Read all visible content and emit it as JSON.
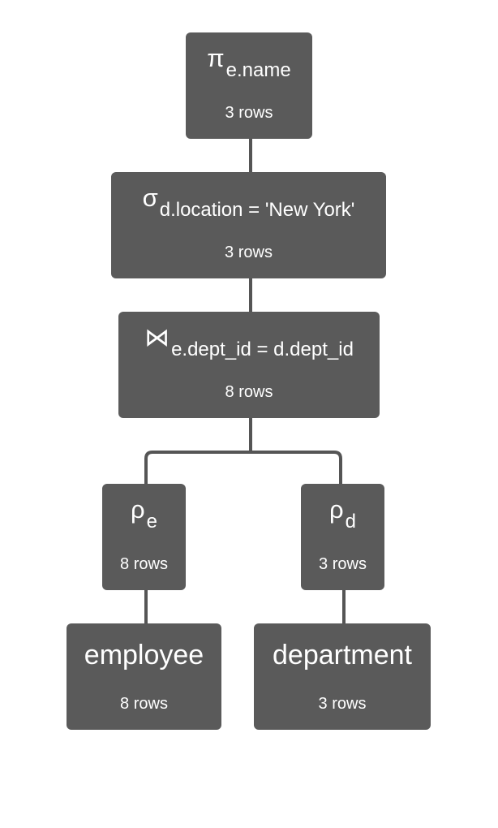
{
  "nodes": {
    "project": {
      "symbol": "π",
      "argument": "e.name",
      "rows": "3 rows"
    },
    "select": {
      "symbol": "σ",
      "argument": "d.location = 'New York'",
      "rows": "3 rows"
    },
    "join": {
      "symbol": "⋈",
      "argument": "e.dept_id = d.dept_id",
      "rows": "8 rows"
    },
    "rename_e": {
      "symbol": "ρ",
      "argument": "e",
      "rows": "8 rows"
    },
    "rename_d": {
      "symbol": "ρ",
      "argument": "d",
      "rows": "3 rows"
    },
    "employee": {
      "name": "employee",
      "rows": "8 rows"
    },
    "department": {
      "name": "department",
      "rows": "3 rows"
    }
  },
  "colors": {
    "node_fill": "#5a5a5a",
    "edge": "#555555",
    "text": "#ffffff"
  }
}
